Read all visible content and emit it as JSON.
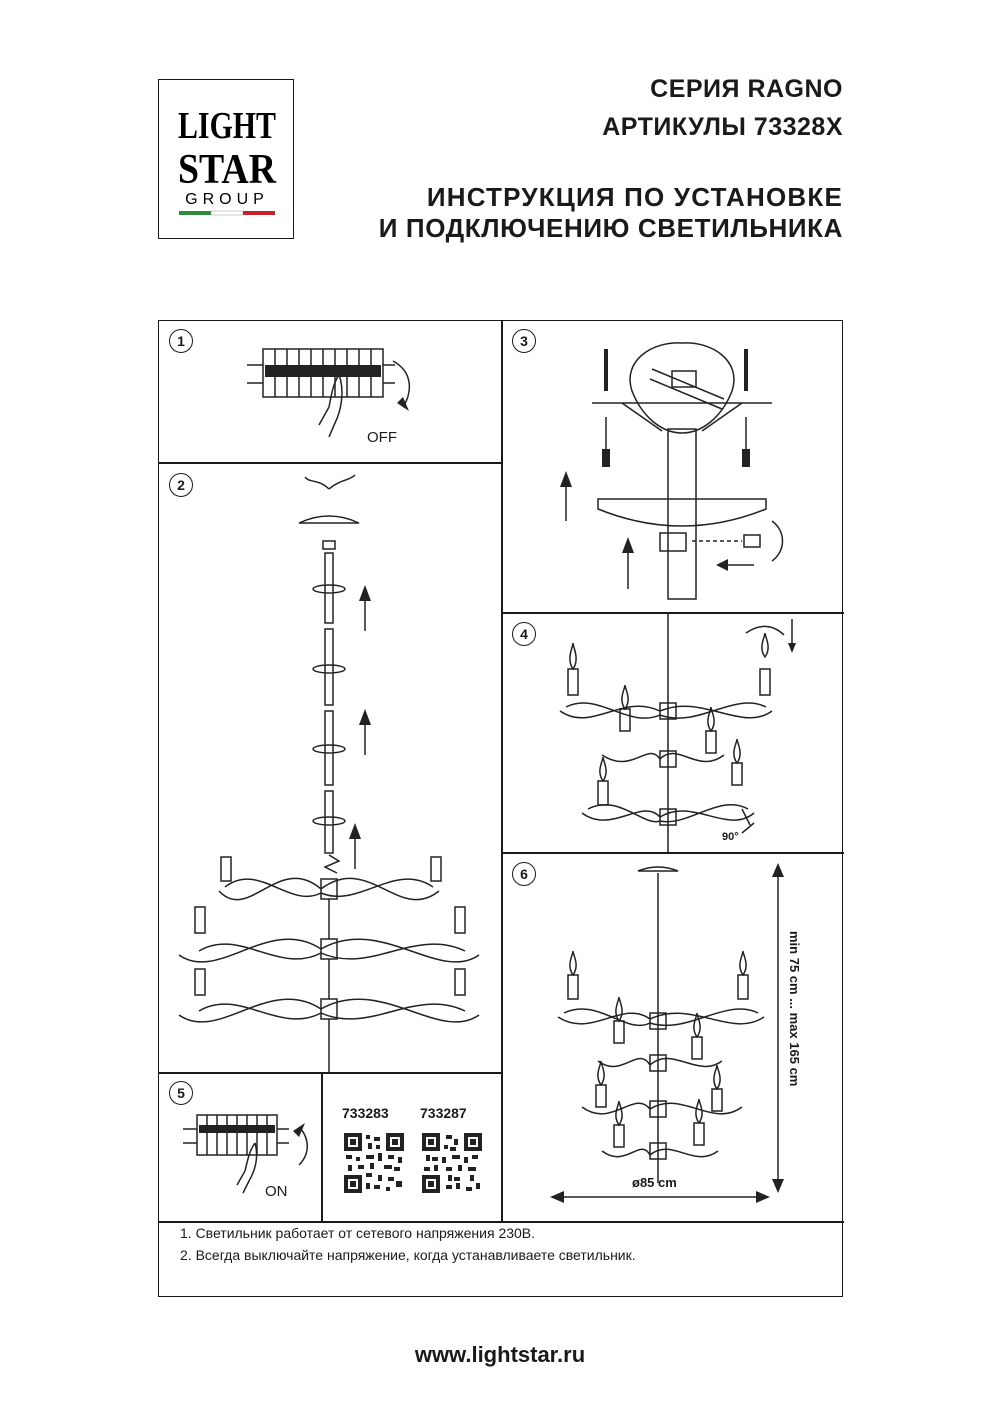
{
  "logo": {
    "line1": "LIGHT",
    "line2": "STAR",
    "line3": "GROUP",
    "flag_colors": [
      "#2e8b3c",
      "#ffffff",
      "#c8202c"
    ]
  },
  "header": {
    "series": "СЕРИЯ RAGNO",
    "articles": "АРТИКУЛЫ 73328X",
    "instruction_line1": "ИНСТРУКЦИЯ ПО УСТАНОВКЕ",
    "instruction_line2": "И ПОДКЛЮЧЕНИЮ СВЕТИЛЬНИКА"
  },
  "steps": [
    {
      "number": "1",
      "label": "OFF"
    },
    {
      "number": "2"
    },
    {
      "number": "3"
    },
    {
      "number": "4",
      "angle": "90°"
    },
    {
      "number": "5",
      "label": "ON"
    },
    {
      "number": "6",
      "height": "min 75 cm ... max 165 cm",
      "diameter": "ø85 cm"
    }
  ],
  "codes": [
    "733283",
    "733287"
  ],
  "notes": [
    "1. Светильник работает от сетевого напряжения 230В.",
    "2. Всегда выключайте напряжение, когда устанавливаете светильник."
  ],
  "website": "www.lightstar.ru"
}
